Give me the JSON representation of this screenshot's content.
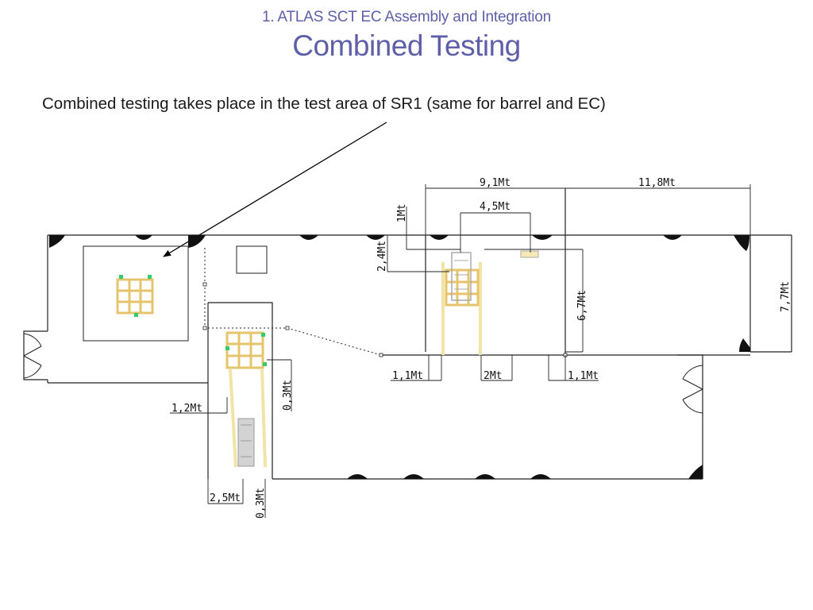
{
  "header": {
    "subtitle": "1. ATLAS SCT EC Assembly and Integration",
    "title": "Combined Testing"
  },
  "caption": "Combined testing takes place in the test area of SR1 (same for barrel and EC)",
  "dimensions": {
    "d_9_1": "9,1Mt",
    "d_11_8": "11,8Mt",
    "d_4_5": "4,5Mt",
    "d_1": "1Mt",
    "d_2_4": "2,4Mt",
    "d_6_7": "6,7Mt",
    "d_7_7": "7,7Mt",
    "d_1_1_left": "1,1Mt",
    "d_2": "2Mt",
    "d_1_1_right": "1,1Mt",
    "d_0_3_upper": "0,3Mt",
    "d_1_2": "1,2Mt",
    "d_2_5": "2,5Mt",
    "d_0_3_lower": "0,3Mt"
  },
  "colors": {
    "title": "#5e5fa8",
    "frame": "#e6c46e",
    "support": "#f2e3a6",
    "clamp": "#33cc66",
    "equipment": "#b5b5b5"
  }
}
